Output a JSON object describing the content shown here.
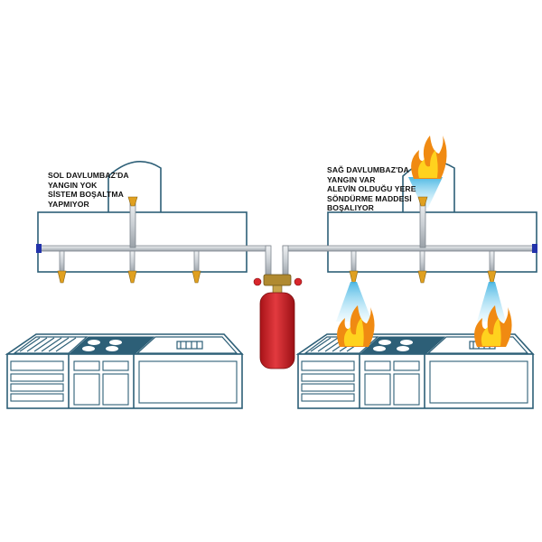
{
  "labels": {
    "left": [
      "SOL DAVLUMBAZ'DA",
      "YANGIN YOK",
      "SİSTEM  BOŞALTMA",
      "YAPMIYOR"
    ],
    "right": [
      "SAĞ DAVLUMBAZ'DA",
      "YANGIN VAR",
      "ALEVİN OLDUĞU YERE",
      "SÖNDÜRME MADDESİ",
      "BOŞALIYOR"
    ]
  },
  "colors": {
    "outline": "#2d5f77",
    "pipe": "#c9ced3",
    "cylinder": "#d8262c",
    "spray": "#3ab0e0",
    "flame_outer": "#f08a12",
    "flame_inner": "#ffd21e",
    "nozzle_cap": "#e0a020",
    "end_cap": "#2233aa"
  },
  "scene": {
    "left_hood_fire": false,
    "right_hood_fire": true,
    "right_discharge_nozzles": [
      "left",
      "right"
    ],
    "duct_fire_side": "right"
  }
}
